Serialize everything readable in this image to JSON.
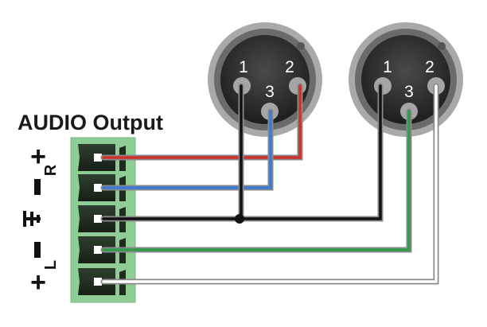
{
  "title": "AUDIO Output",
  "terminal_labels": {
    "right_plus": "+",
    "right_minus": "−",
    "right_channel": "R",
    "ground": "ground-symbol",
    "left_minus": "−",
    "left_channel": "L",
    "left_plus": "+"
  },
  "connectors": [
    {
      "pins": [
        "1",
        "2",
        "3"
      ]
    },
    {
      "pins": [
        "1",
        "2",
        "3"
      ]
    }
  ],
  "wire_colors": {
    "red": "#d0312d",
    "blue": "#3a7bd5",
    "black": "#111111",
    "green": "#2e9c4a",
    "white": "#ffffff",
    "outline": "#8a8a8a"
  },
  "terminal_block_color": "#8fcc96"
}
